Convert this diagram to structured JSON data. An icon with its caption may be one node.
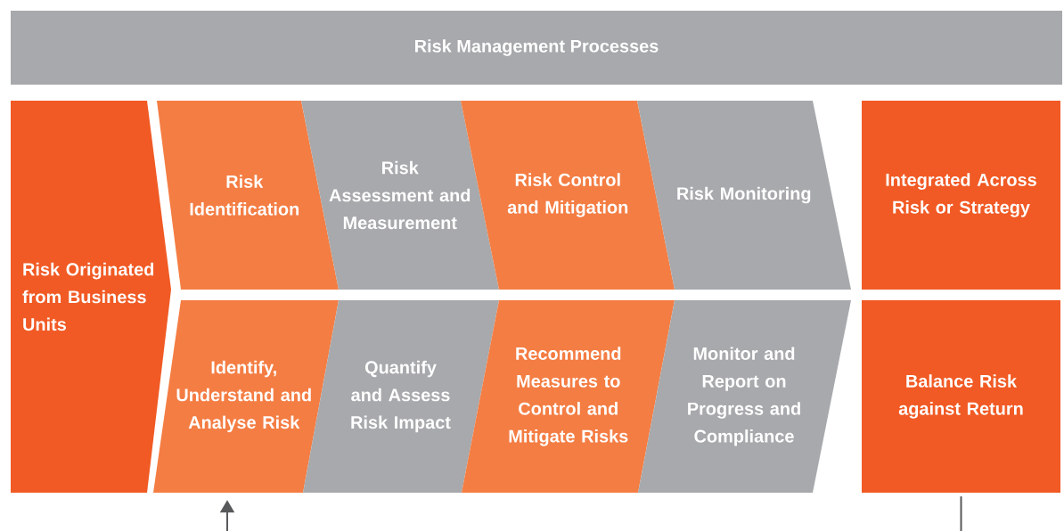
{
  "diagram": {
    "title": "Risk Management Processes",
    "nodes": [
      {
        "text": [
          "Risk Originated from Business Units"
        ]
      },
      {
        "text": [
          "Risk Identification"
        ]
      },
      {
        "text": [
          "Risk Assessment and Measurement"
        ]
      },
      {
        "text": [
          "Risk Control and Mitigation"
        ]
      },
      {
        "text": [
          "Risk Monitoring"
        ]
      },
      {
        "text": [
          "Identify, Understand and Analyse Risk"
        ]
      },
      {
        "text": [
          "Quantify and Assess Risk Impact"
        ]
      },
      {
        "text": [
          "Recommend Measures to Control and Mitigate Risks"
        ]
      },
      {
        "text": [
          "Monitor and Report on Progress and Compliance"
        ]
      },
      {
        "text": [
          "Integrated Across Risk or Strategy"
        ]
      },
      {
        "text": [
          "Balance Risk against Return"
        ]
      }
    ],
    "edges": [
      {
        "from": null,
        "to": 5,
        "arrow": "to"
      },
      {
        "from": 10,
        "to": null,
        "arrow": "none"
      }
    ]
  }
}
